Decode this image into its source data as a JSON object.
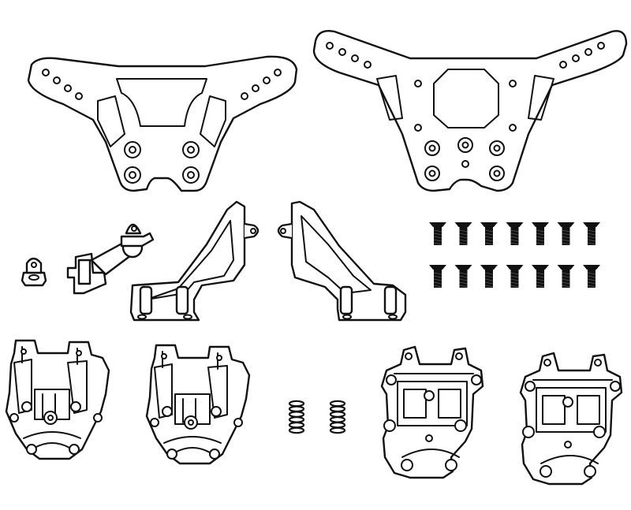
{
  "figure": {
    "description_visible_text": "",
    "parts": [
      {
        "name": "front-shock-tower",
        "icon": "shock-tower-icon",
        "count": 1
      },
      {
        "name": "rear-shock-tower",
        "icon": "shock-tower-icon",
        "count": 1
      },
      {
        "name": "ball-stud-small",
        "icon": "ball-stud-icon",
        "count": 1
      },
      {
        "name": "steering-post-linkage",
        "icon": "linkage-icon",
        "count": 1
      },
      {
        "name": "wing-mount-left",
        "icon": "wing-mount-icon",
        "count": 1
      },
      {
        "name": "wing-mount-right",
        "icon": "wing-mount-icon",
        "count": 1
      },
      {
        "name": "countersunk-screws",
        "icon": "screw-icon",
        "count": 14,
        "rows": 2,
        "per_row": 7
      },
      {
        "name": "front-gearbox-left",
        "icon": "gearbox-icon",
        "count": 1
      },
      {
        "name": "front-gearbox-right",
        "icon": "gearbox-icon",
        "count": 1
      },
      {
        "name": "springs",
        "icon": "spring-icon",
        "count": 2
      },
      {
        "name": "rear-gearbox-left",
        "icon": "gearbox-icon",
        "count": 1
      },
      {
        "name": "rear-gearbox-right",
        "icon": "gearbox-icon",
        "count": 1
      }
    ],
    "colors": {
      "line": "#111111",
      "background": "#ffffff",
      "screw": "#111111"
    }
  }
}
